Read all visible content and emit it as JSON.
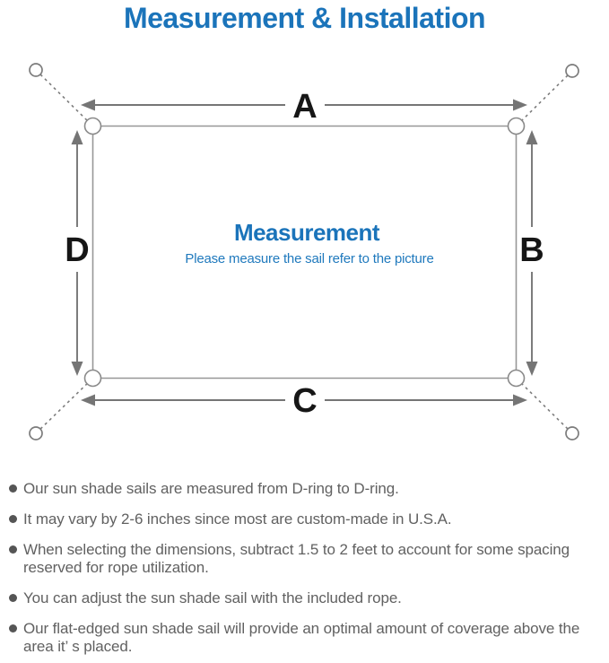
{
  "title": "Measurement & Installation",
  "diagram": {
    "dim_top_label": "A",
    "dim_right_label": "B",
    "dim_bottom_label": "C",
    "dim_left_label": "D",
    "center_heading": "Measurement",
    "center_caption": "Please measure the sail refer to the picture"
  },
  "notes": [
    "Our sun shade sails are measured from D-ring to D-ring.",
    "It may vary by 2-6 inches since most are custom-made in U.S.A.",
    "When selecting the dimensions, subtract 1.5 to 2 feet to account for some spacing reserved for rope utilization.",
    "You can adjust the sun shade sail with the included rope.",
    "Our flat-edged sun shade sail will provide an optimal amount of coverage above the area it’ s placed."
  ],
  "colors": {
    "accent_blue": "#1b74ba",
    "diagram_line_gray": "#7c7c7c",
    "outline_gray": "#979797",
    "label_black": "#161616",
    "note_text_gray": "#616161"
  }
}
